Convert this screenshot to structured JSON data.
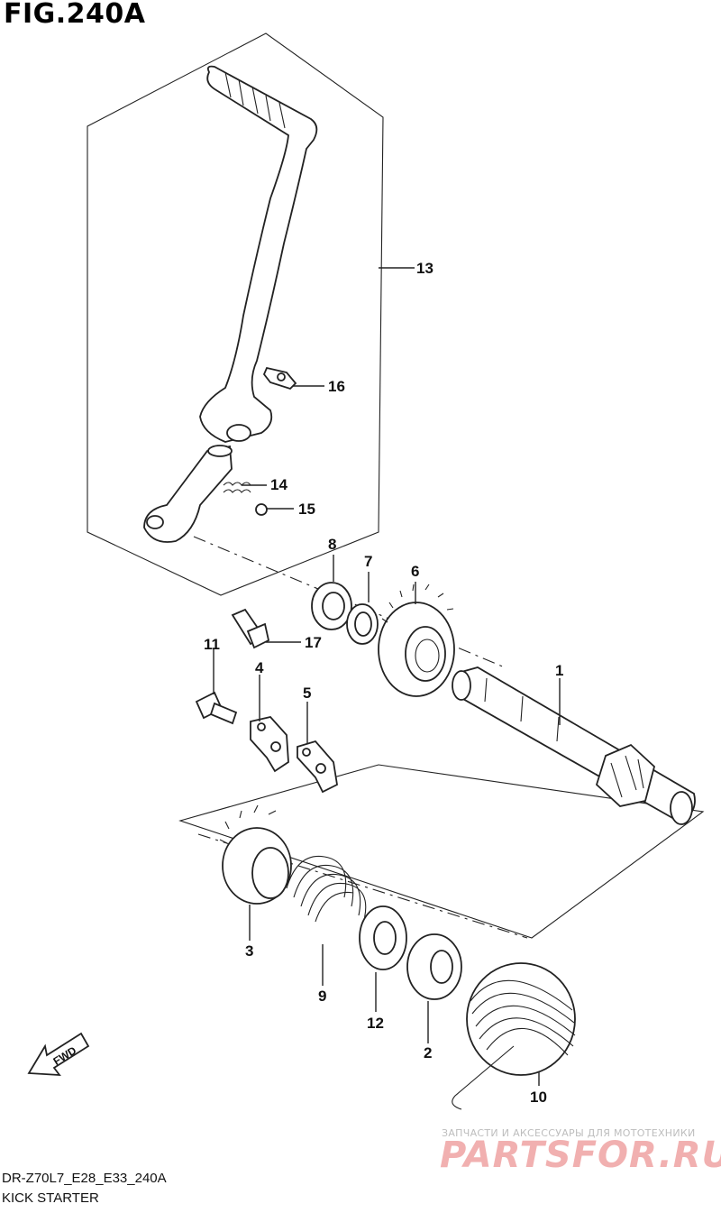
{
  "figure": {
    "title": "FIG.240A",
    "model_code": "DR-Z70L7_E28_E33_240A",
    "section_name": "KICK STARTER"
  },
  "fwd_label": "FWD",
  "watermark": {
    "subtitle": "ЗАПЧАСТИ И АКСЕССУАРЫ ДЛЯ МОТОТЕХНИКИ",
    "brand": "PARTSFOR.RU"
  },
  "callouts": {
    "c1": "1",
    "c2": "2",
    "c3": "3",
    "c4": "4",
    "c5": "5",
    "c6": "6",
    "c7": "7",
    "c8": "8",
    "c9": "9",
    "c10": "10",
    "c11": "11",
    "c12": "12",
    "c13": "13",
    "c14": "14",
    "c15": "15",
    "c16": "16",
    "c17": "17"
  },
  "colors": {
    "line": "#222222",
    "watermark": "#f1b0b0"
  }
}
